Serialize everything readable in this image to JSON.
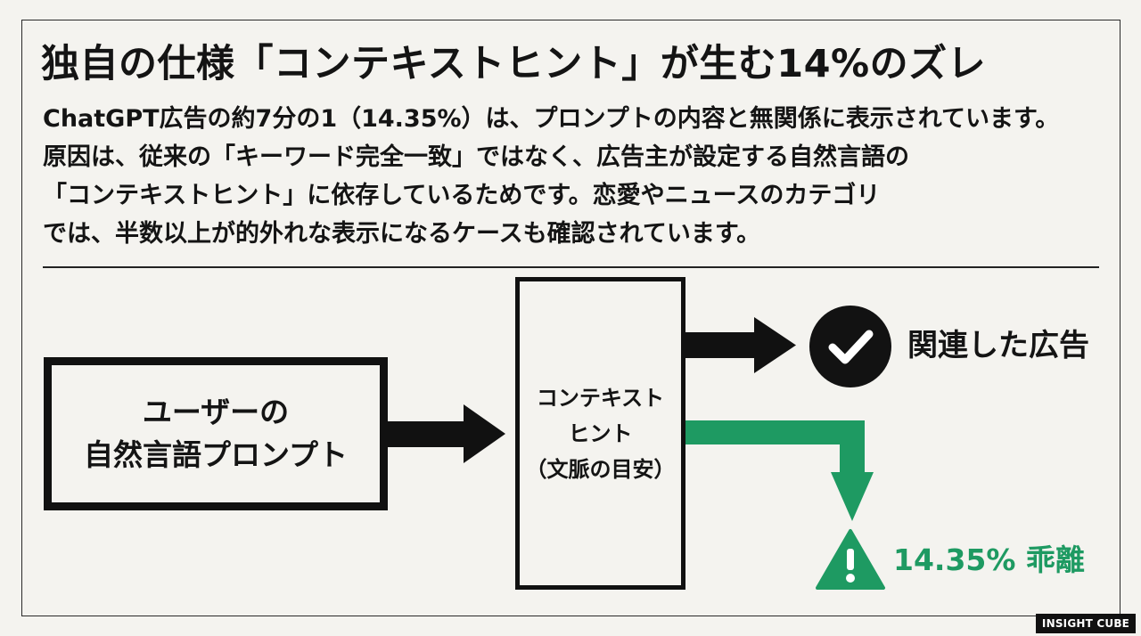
{
  "title": "独自の仕様「コンテキストヒント」が生む14%のズレ",
  "body_lines": [
    "ChatGPT広告の約7分の1（14.35%）は、プロンプトの内容と無関係に表示されています。",
    "原因は、従来の「キーワード完全一致」ではなく、広告主が設定する自然言語の",
    "「コンテキストヒント」に依存しているためです。恋愛やニュースのカテゴリ",
    "では、半数以上が的外れな表示になるケースも確認されています。"
  ],
  "diagram": {
    "user_box": {
      "line1": "ユーザーの",
      "line2": "自然言語プロンプト"
    },
    "hint_box": {
      "line1": "コンテキスト",
      "line2": "ヒント",
      "line3": "（文脈の目安）"
    },
    "relevant_label": "関連した広告",
    "deviation_label": "14.35% 乖離",
    "icons": {
      "relevant": "check-circle-icon",
      "deviation": "warning-triangle-icon"
    },
    "colors": {
      "primary": "#111111",
      "accent_green": "#1e9a62",
      "background": "#f4f3ef"
    }
  },
  "brand": "INSIGHT CUBE"
}
